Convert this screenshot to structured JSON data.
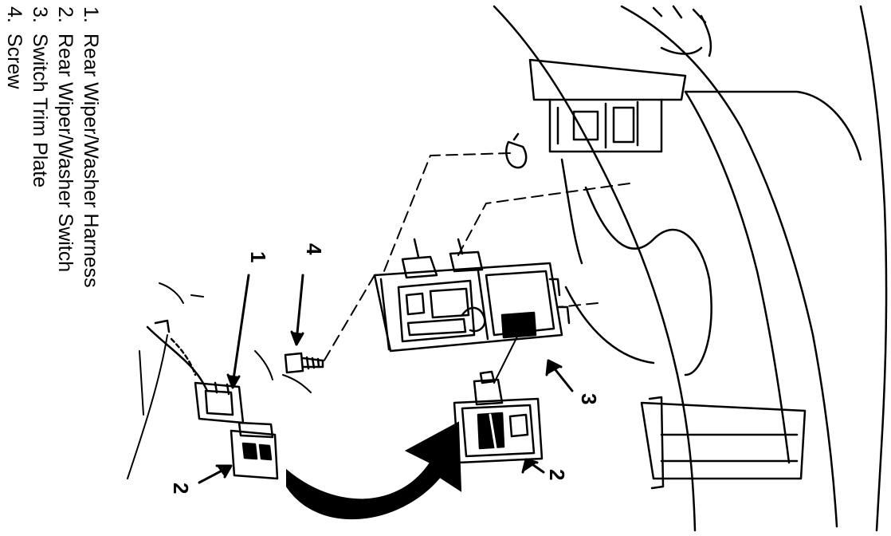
{
  "legend": {
    "items": [
      {
        "num": "1.",
        "label": "Rear Wiper/Washer Harness"
      },
      {
        "num": "2.",
        "label": "Rear Wiper/Washer Switch"
      },
      {
        "num": "3.",
        "label": "Switch Trim Plate"
      },
      {
        "num": "4.",
        "label": "Screw"
      }
    ]
  },
  "callouts": {
    "c1": "1",
    "c2a": "2",
    "c2b": "2",
    "c3": "3",
    "c4": "4"
  },
  "colors": {
    "ink": "#000000",
    "paper": "#ffffff"
  }
}
